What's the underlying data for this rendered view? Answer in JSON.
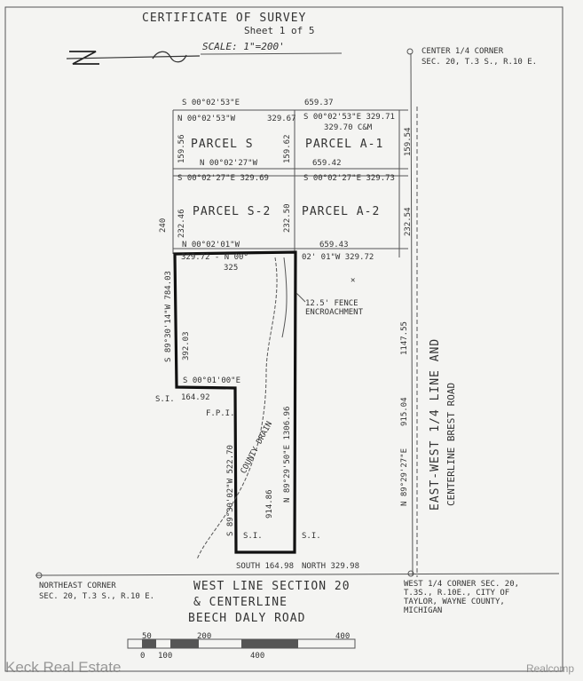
{
  "header": {
    "title": "CERTIFICATE  OF  SURVEY",
    "sheet": "Sheet 1 of 5",
    "scale": "SCALE: 1\"=200'"
  },
  "corners": {
    "center_quarter": [
      "CENTER 1/4 CORNER",
      "SEC. 20, T.3 S., R.10 E."
    ],
    "northeast": [
      "NORTHEAST CORNER",
      "SEC. 20, T.3 S., R.10 E."
    ],
    "west_quarter": [
      "WEST 1/4 CORNER SEC. 20,",
      "T.3S., R.10E., CITY OF",
      "TAYLOR, WAYNE COUNTY,",
      "MICHIGAN"
    ]
  },
  "roads": {
    "east": [
      "EAST-WEST 1/4 LINE AND",
      "CENTERLINE BREST ROAD"
    ],
    "south": [
      "WEST LINE SECTION 20",
      "& CENTERLINE",
      "BEECH DALY ROAD"
    ]
  },
  "parcels": {
    "s": "PARCEL S",
    "a1": "PARCEL A-1",
    "s2": "PARCEL S-2",
    "a2": "PARCEL A-2"
  },
  "bearings": {
    "top": "S 00°02'53\"E",
    "top_len": "659.37",
    "r1_left": "N 00°02'53\"W",
    "r1_left_len": "329.67",
    "r1_right": "S 00°02'53\"E 329.71",
    "r1_cm": "329.70 C&M",
    "r1_bottom": "N 00°02'27\"W",
    "r1_bottom_len": "659.42",
    "r2_left": "S 00°02'27\"E 329.69",
    "r2_right": "S 00°02'27\"E 329.73",
    "r2_bottom": "N 00°02'01\"W",
    "r2_bottom_len": "659.43",
    "r3_left": "329.72 - N 00°",
    "r3_right": "02' 01\"W 329.72",
    "r3_sub": "325",
    "left_side": "S 89°30'14\"W 784.03",
    "left_inner": "392.03",
    "step": "S 00°01'00\"E",
    "step_len": "164.92",
    "inner_long": "S 89°30'02\"W 522.70",
    "center_line": "N 89°29'50\"E 1306.96",
    "center_sub": "914.86",
    "right_a": "1147.55",
    "right_b": "915.04",
    "right_c": "N 89°29'27\"E",
    "left_small_a": "159.56",
    "left_small_b": "232.46",
    "right_small_a": "159.54",
    "right_small_b": "232.54",
    "mid_a": "159.62",
    "mid_b": "232.50",
    "bottom_south": "SOUTH 164.98",
    "bottom_north": "NORTH 329.98",
    "top_band": "240",
    "st_a": "S.I.",
    "st_b": "S.I.",
    "st_c": "S.I."
  },
  "notes": {
    "fence": [
      "12.5' FENCE",
      "ENCROACHMENT"
    ],
    "drain": "COUNTY DRAIN",
    "drain_small": "F.P.I."
  },
  "scale_bar": {
    "ticks_top": [
      "50",
      "200",
      "400"
    ],
    "ticks_bottom": [
      "0",
      "100",
      "400"
    ]
  },
  "watermarks": {
    "left": "Keck Real Estate",
    "right": "Realcomp"
  }
}
